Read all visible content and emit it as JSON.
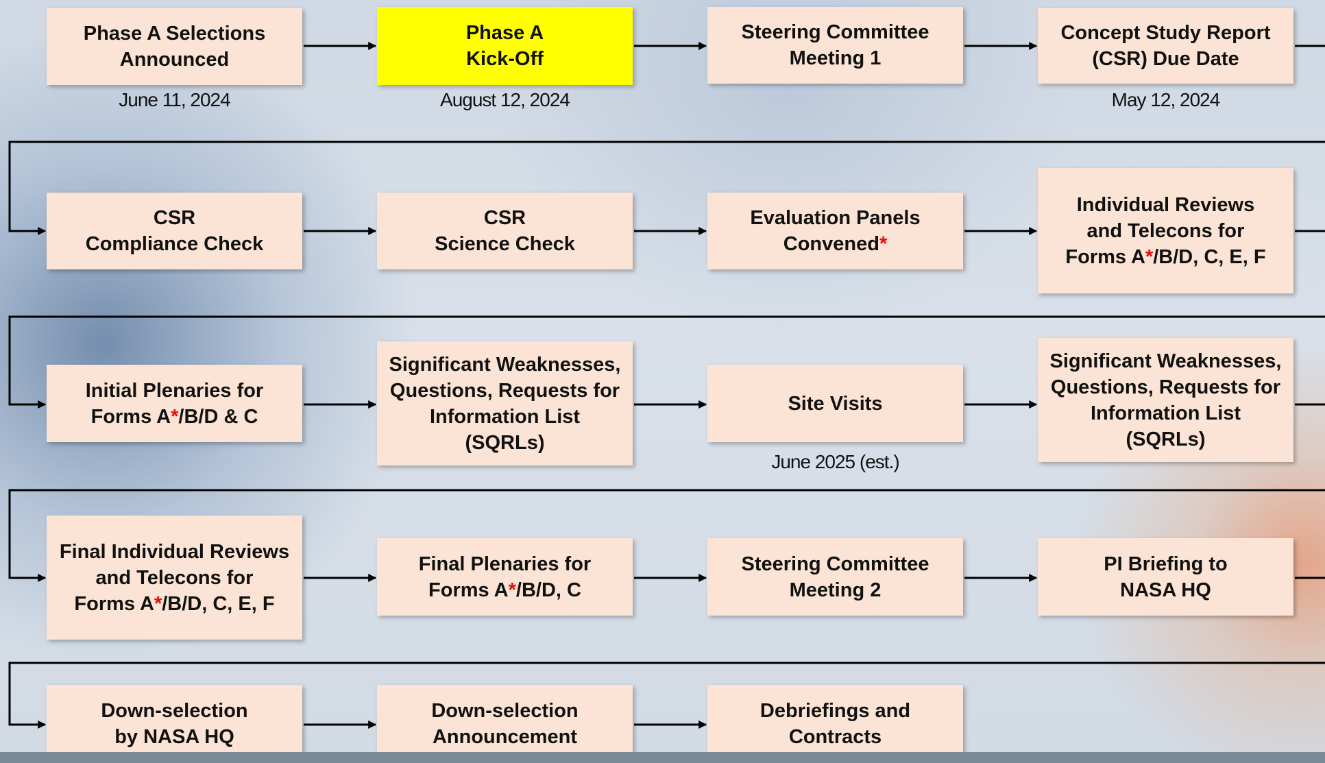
{
  "rows": [
    [
      {
        "id": "phase-a-selections-announced",
        "parts": [
          "Phase A Selections\nAnnounced"
        ],
        "date": "June 11, 2024"
      },
      {
        "id": "phase-a-kick-off",
        "parts": [
          "Phase A\nKick-Off"
        ],
        "date": "August 12, 2024",
        "highlight": true
      },
      {
        "id": "steering-committee-meeting-1",
        "parts": [
          "Steering Committee\nMeeting 1"
        ]
      },
      {
        "id": "csr-due-date",
        "parts": [
          "Concept Study Report\n(CSR) Due Date"
        ],
        "date": "May 12, 2024"
      }
    ],
    [
      {
        "id": "csr-compliance-check",
        "parts": [
          "CSR\nCompliance Check"
        ]
      },
      {
        "id": "csr-science-check",
        "parts": [
          "CSR\nScience Check"
        ]
      },
      {
        "id": "evaluation-panels-convened",
        "parts": [
          "Evaluation Panels\nConvened",
          "*"
        ]
      },
      {
        "id": "individual-reviews-telecons",
        "parts": [
          "Individual Reviews\nand Telecons for\nForms A",
          "*",
          "/B/D, C, E, F"
        ]
      }
    ],
    [
      {
        "id": "initial-plenaries",
        "parts": [
          "Initial Plenaries for\nForms A",
          "*",
          "/B/D & C"
        ]
      },
      {
        "id": "sqrls-1",
        "parts": [
          "Significant Weaknesses,\nQuestions, Requests for\nInformation List\n(SQRLs)"
        ]
      },
      {
        "id": "site-visits",
        "parts": [
          "Site Visits"
        ],
        "date": "June 2025 (est.)"
      },
      {
        "id": "sqrls-2",
        "parts": [
          "Significant Weaknesses,\nQuestions, Requests for\nInformation List\n(SQRLs)"
        ]
      }
    ],
    [
      {
        "id": "final-individual-reviews",
        "parts": [
          "Final Individual Reviews\nand Telecons for\nForms A",
          "*",
          "/B/D, C, E, F"
        ]
      },
      {
        "id": "final-plenaries",
        "parts": [
          "Final Plenaries for\nForms A",
          "*",
          "/B/D, C"
        ]
      },
      {
        "id": "steering-committee-meeting-2",
        "parts": [
          "Steering Committee\nMeeting 2"
        ]
      },
      {
        "id": "pi-briefing",
        "parts": [
          "PI Briefing to\nNASA HQ"
        ]
      }
    ],
    [
      {
        "id": "down-selection-by-nasa-hq",
        "parts": [
          "Down-selection\nby NASA HQ"
        ]
      },
      {
        "id": "down-selection-announcement",
        "parts": [
          "Down-selection\nAnnouncement"
        ]
      },
      {
        "id": "debriefings-and-contracts",
        "parts": [
          "Debriefings and\nContracts"
        ]
      }
    ]
  ],
  "colors": {
    "box": "#fbe4d5",
    "highlight": "#ffff00",
    "asterisk": "#e01010",
    "line": "#000000"
  }
}
